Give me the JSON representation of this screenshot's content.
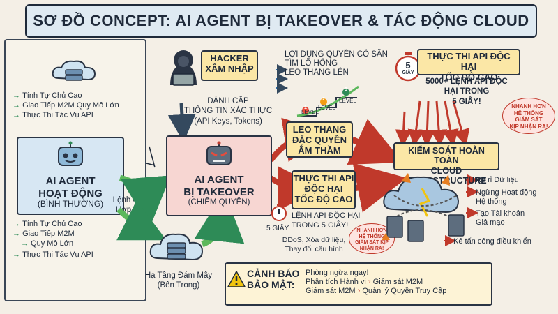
{
  "title": "SƠ ĐỒ CONCEPT: AI AGENT BỊ TAKEOVER & TÁC ĐỘNG CLOUD",
  "left": {
    "top_features": [
      "Tính Tự Chủ Cao",
      "Giao Tiếp M2M Quy Mô Lớn",
      "Thực Thi Tác Vụ API"
    ],
    "agent_title_1": "AI AGENT",
    "agent_title_2": "HOẠT ĐỘNG",
    "agent_sub": "(BÌNH THƯỜNG)",
    "bottom_features": [
      "Tính Tự Chủ Cao",
      "Giao Tiếp M2M",
      "Quy Mô Lớn",
      "Thực Thi Tác Vụ API"
    ]
  },
  "middle": {
    "valid_api_1": "Lệnh API",
    "valid_api_2": "Hợp Lệ",
    "cloud_1": "Hạ Tầng Đám Mây",
    "cloud_2": "(Bên Trong)",
    "hacker_1": "HACKER",
    "hacker_2": "XÂM NHẬP",
    "steal_1": "ĐÁNH CẮP",
    "steal_2": "THÔNG TIN XÁC THỰC",
    "steal_3": "(API Keys, Tokens)",
    "taken_1": "AI AGENT",
    "taken_2": "BỊ TAKEOVER",
    "taken_3": "(CHIẾM QUYỀN)"
  },
  "exploit": {
    "line1": "LỢI DỤNG QUYỀN CÓ SẴN",
    "line2": "TÌM LỖ HỔNG",
    "line3": "LEO THANG LÊN",
    "level": "LEVEL",
    "levels": [
      "1",
      "2",
      "3"
    ]
  },
  "escalate": {
    "l1": "LEO THANG",
    "l2": "ĐẶC QUYỀN",
    "l3": "ÂM THẦM"
  },
  "exec_mid": {
    "l1": "THỰC THI API",
    "l2": "ĐỘC HẠI",
    "l3": "TỐC ĐỘ CAO",
    "timer": "5 GIÂY",
    "cmd1": "LỆNH API ĐỘC HẠI",
    "cmd2": "TRONG 5 GIÂY!",
    "ddos1": "DDoS, Xóa dữ liệu,",
    "ddos2": "Thay đổi cấu hình",
    "fast1": "NHANH HƠN",
    "fast2": "HỆ THỐNG",
    "fast3": "GIÁM SÁT KỊP",
    "fast4": "NHẬN RA!"
  },
  "exec_top": {
    "timer1": "5",
    "timer2": "GIÂY",
    "l1": "THỰC THI API ĐỘC HẠI",
    "l2": "TỐC ĐỘ CAO",
    "cmd1": "5000+ LỆNH API ĐỘC",
    "cmd2": "HẠI TRONG",
    "cmd3": "5 GIÂY!",
    "fast1": "NHANH HƠN",
    "fast2": "HỆ THỐNG",
    "fast3": "GIÁM SÁT",
    "fast4": "KỊP NHẬN RA!"
  },
  "control": {
    "l1": "KIỂM SOÁT HOÀN TOÀN",
    "l2": "CLOUD INFRASTRUCTURE"
  },
  "impacts": [
    "Rò rỉ Dữ liệu",
    "Ngừng Hoạt động",
    "Hệ thống",
    "Tạo Tài khoản",
    "Giả mạo",
    "Kẻ tấn công điều khiển"
  ],
  "warning": {
    "title1": "CẢNH BÁO",
    "title2": "BẢO MẬT:",
    "item1": "Phòng ngừa ngay!",
    "item2a": "Phân tích Hành vi",
    "item2b": "Giám sát M2M",
    "item3a": "Giám sát M2M",
    "item3b": "Quản lý Quyền Truy Cập"
  },
  "colors": {
    "accent_red": "#c0392b",
    "accent_green": "#2e8b57",
    "box_yellow": "#fbe7a6",
    "box_pink": "#f7d6d2",
    "box_blue": "#d7e7f3"
  }
}
